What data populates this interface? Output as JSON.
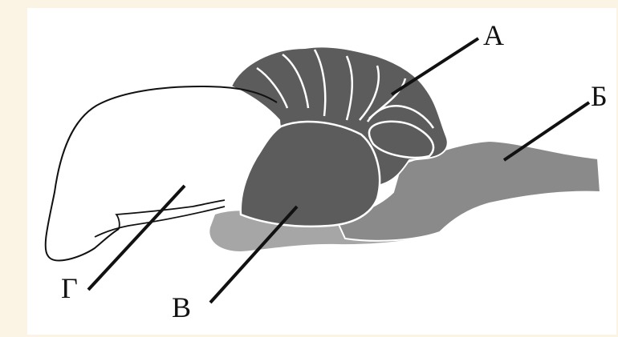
{
  "labels": {
    "a": "А",
    "b": "Б",
    "v": "В",
    "g": "Г"
  },
  "colors": {
    "background_frame": "#fbf3e3",
    "panel": "#ffffff",
    "cerebellum": "#5c5c5c",
    "midbrain": "#5c5c5c",
    "medulla": "#8a8a8a",
    "pons_base": "#a6a6a6",
    "forebrain_outline": "#111111"
  }
}
